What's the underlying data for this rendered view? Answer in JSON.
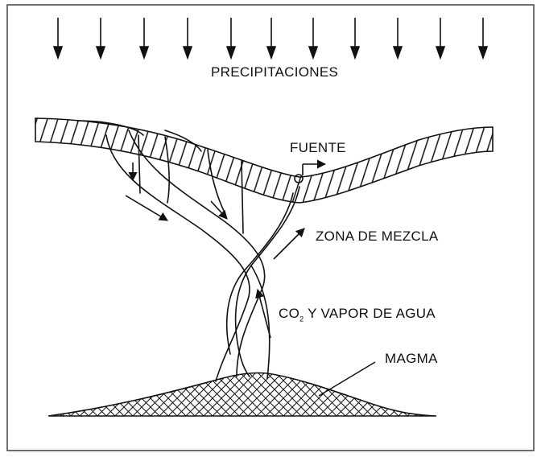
{
  "labels": {
    "precipitation": "PRECIPITACIONES",
    "spring": "FUENTE",
    "mixing_zone": "ZONA DE MEZCLA",
    "co2_prefix": "CO",
    "co2_subscript": "2",
    "co2_suffix": " Y VAPOR DE AGUA",
    "magma": "MAGMA"
  },
  "colors": {
    "line": "#111111",
    "frame": "#333333",
    "background": "#ffffff"
  }
}
